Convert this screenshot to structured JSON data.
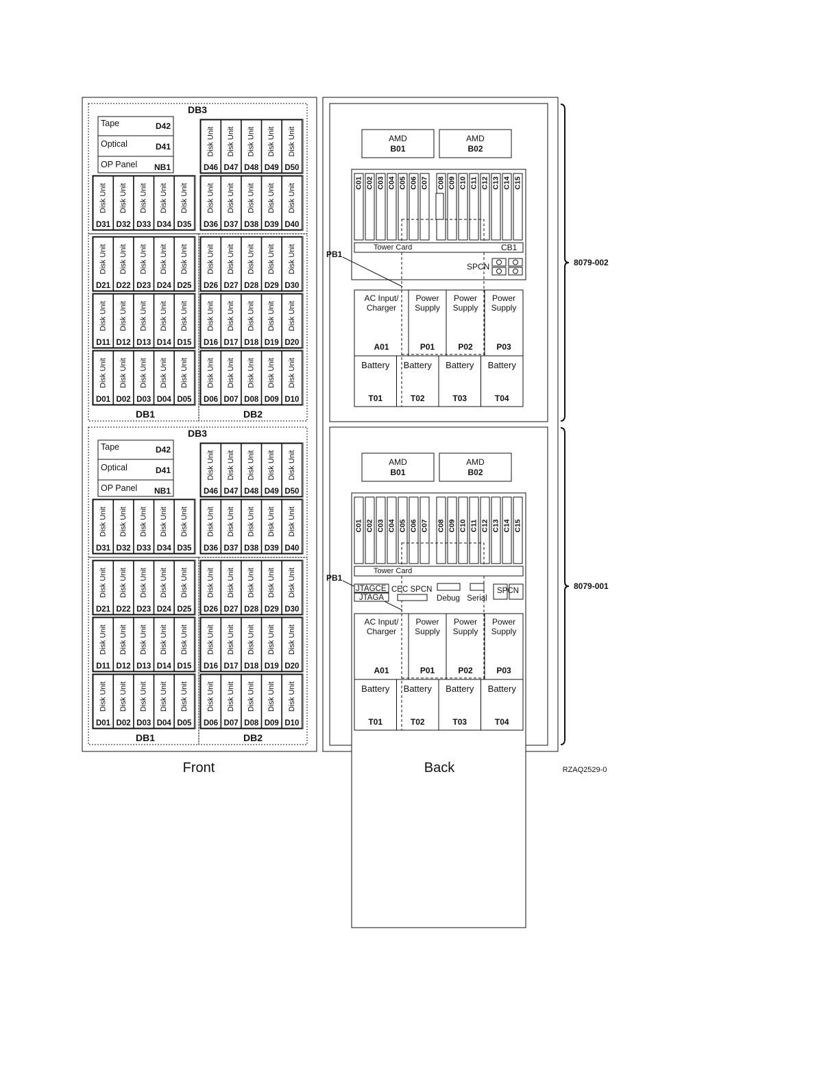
{
  "labels": {
    "front": "Front",
    "back": "Back",
    "figure_id": "RZAQ2529-0"
  },
  "front": {
    "db3": "DB3",
    "db1": "DB1",
    "db2": "DB2",
    "disk_unit": "Disk Unit",
    "devices": [
      {
        "name": "Tape",
        "id": "D42"
      },
      {
        "name": "Optical",
        "id": "D41"
      },
      {
        "name": "OP Panel",
        "id": "NB1"
      }
    ],
    "db3_top_ids": [
      "D46",
      "D47",
      "D48",
      "D49",
      "D50"
    ],
    "row_ids": [
      [
        "D31",
        "D32",
        "D33",
        "D34",
        "D35",
        "D36",
        "D37",
        "D38",
        "D39",
        "D40"
      ],
      [
        "D21",
        "D22",
        "D23",
        "D24",
        "D25",
        "D26",
        "D27",
        "D28",
        "D29",
        "D30"
      ],
      [
        "D11",
        "D12",
        "D13",
        "D14",
        "D15",
        "D16",
        "D17",
        "D18",
        "D19",
        "D20"
      ],
      [
        "D01",
        "D02",
        "D03",
        "D04",
        "D05",
        "D06",
        "D07",
        "D08",
        "D09",
        "D10"
      ]
    ]
  },
  "back": {
    "amd": "AMD",
    "amd_ids": [
      "B01",
      "B02"
    ],
    "card_slots": [
      "C01",
      "C02",
      "C03",
      "C04",
      "C05",
      "C06",
      "C07",
      "C08",
      "C09",
      "C10",
      "C11",
      "C12",
      "C13",
      "C14",
      "C15"
    ],
    "tower_card": "Tower Card",
    "pb1": "PB1",
    "power": [
      {
        "line1": "AC Input/",
        "line2": "Charger",
        "id": "A01"
      },
      {
        "line1": "Power",
        "line2": "Supply",
        "id": "P01"
      },
      {
        "line1": "Power",
        "line2": "Supply",
        "id": "P02"
      },
      {
        "line1": "Power",
        "line2": "Supply",
        "id": "P03"
      }
    ],
    "battery": "Battery",
    "battery_ids": [
      "T01",
      "T02",
      "T03",
      "T04"
    ],
    "upper": {
      "model": "8079-002",
      "cb1": "CB1",
      "spcn": "SPCN"
    },
    "lower": {
      "model": "8079-001",
      "jtagce": "JTAGCE",
      "jtaga": "JTAGA",
      "cec_spcn": "CEC SPCN",
      "debug": "Debug",
      "serial": "Serial",
      "spcn": "SPCN"
    }
  }
}
